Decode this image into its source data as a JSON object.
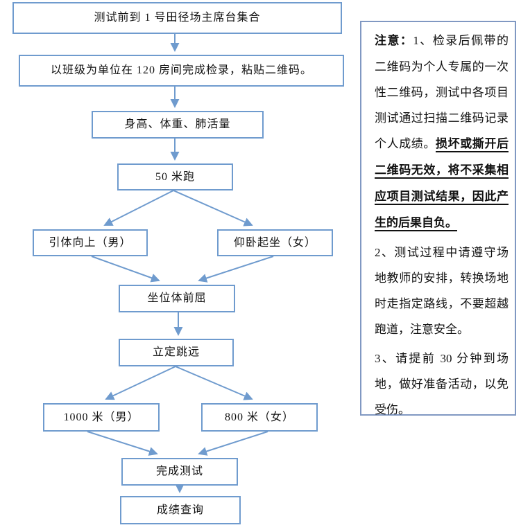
{
  "colors": {
    "flow_line": "#6f9bce",
    "note_border": "#8098c2",
    "text": "#111111",
    "background": "#ffffff"
  },
  "flowchart": {
    "steps": [
      {
        "name": "gather",
        "label": "测试前到 1 号田径场主席台集合"
      },
      {
        "name": "checkin",
        "label": "以班级为单位在 120 房间完成检录，粘贴二维码。"
      },
      {
        "name": "measurements",
        "label": "身高、体重、肺活量"
      },
      {
        "name": "run-50m",
        "label": "50 米跑"
      },
      {
        "name": "pull-ups-male",
        "label": "引体向上（男）"
      },
      {
        "name": "sit-ups-female",
        "label": "仰卧起坐（女）"
      },
      {
        "name": "sit-and-reach",
        "label": "坐位体前屈"
      },
      {
        "name": "standing-long-jump",
        "label": "立定跳远"
      },
      {
        "name": "run-1000m-male",
        "label": "1000 米（男）"
      },
      {
        "name": "run-800m-female",
        "label": "800 米（女）"
      },
      {
        "name": "finish-test",
        "label": "完成测试"
      },
      {
        "name": "score-query",
        "label": "成绩查询"
      }
    ]
  },
  "note": {
    "heading": "注意：",
    "item1_text": "1、检录后佩带的二维码为个人专属的一次性二维码，测试中各项目测试通过扫描二维码记录个人成绩。",
    "item1_warning": "损坏或撕开后二维码无效，将不采集相应项目测试结果，因此产生的后果自负。",
    "item2": "2、测试过程中请遵守场地教师的安排，转换场地时走指定路线，不要超越跑道，注意安全。",
    "item3": "3、请提前 30 分钟到场地，做好准备活动，以免受伤。"
  }
}
